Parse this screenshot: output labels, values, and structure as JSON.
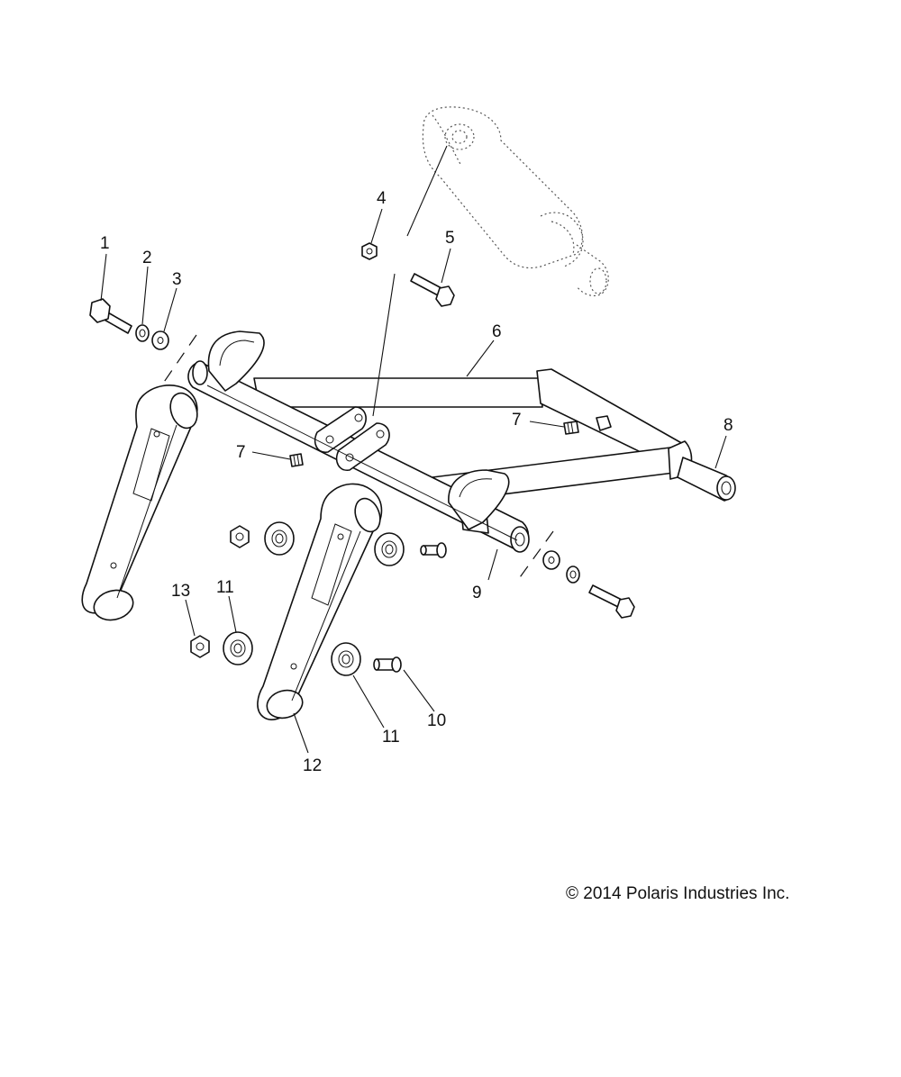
{
  "callouts": [
    "1",
    "2",
    "3",
    "4",
    "5",
    "6",
    "7",
    "7",
    "8",
    "9",
    "10",
    "11",
    "11",
    "12",
    "13"
  ],
  "copyright": "© 2014 Polaris Industries Inc.",
  "linework_color": "#111111",
  "background_color": "#ffffff"
}
